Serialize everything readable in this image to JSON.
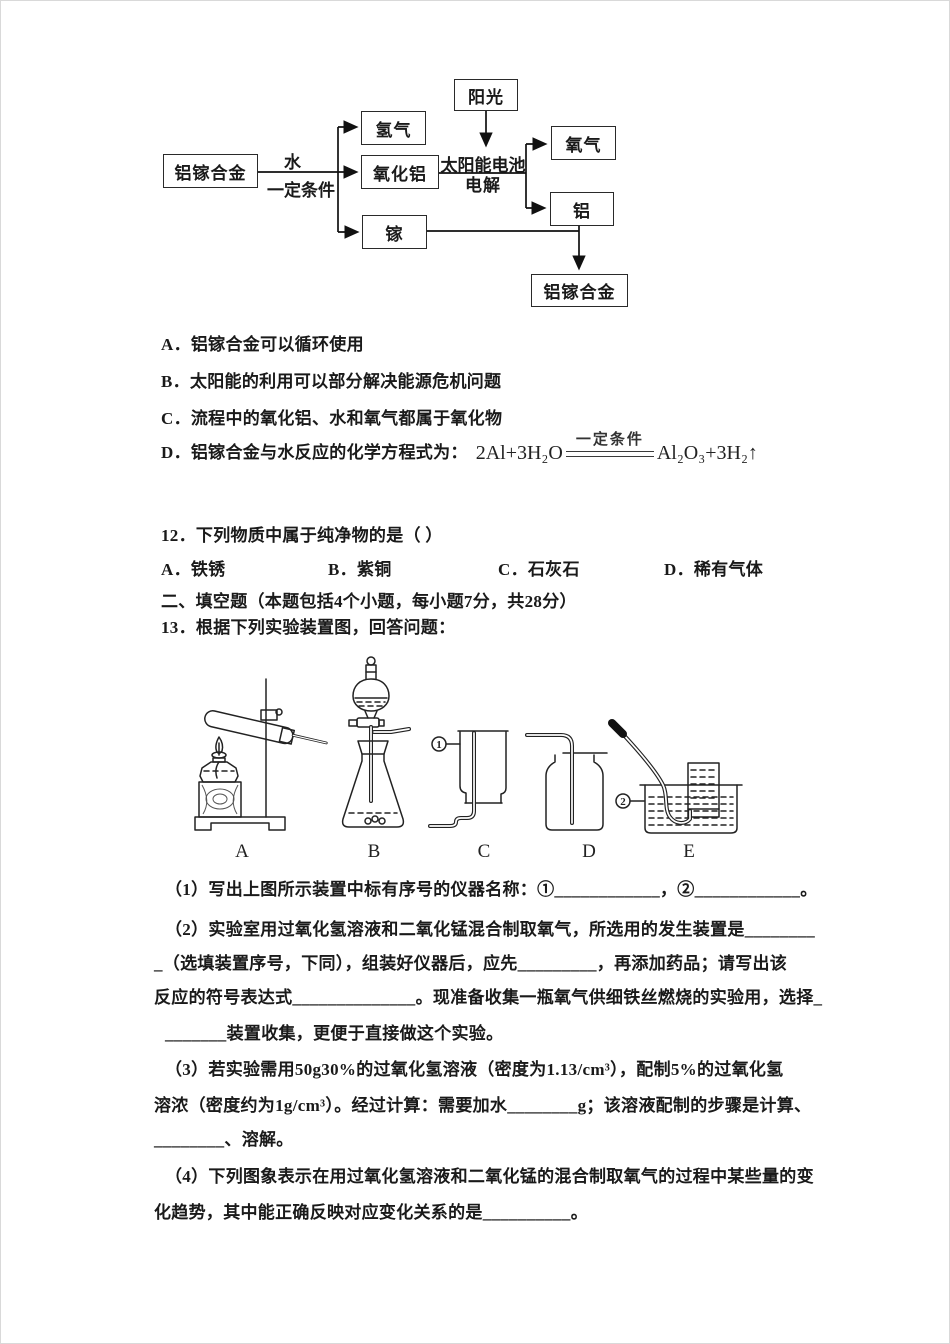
{
  "flowchart": {
    "box_alloy_left": "铝镓合金",
    "box_hydrogen": "氢气",
    "box_alumina": "氧化铝",
    "box_gallium": "镓",
    "box_sunlight": "阳光",
    "box_oxygen": "氧气",
    "box_aluminum": "铝",
    "box_alloy_bottom": "铝镓合金",
    "label_water": "水",
    "label_condition": "一定条件",
    "label_solar": "太阳能电池",
    "label_electrolysis": "电解"
  },
  "question11": {
    "option_a": "A．铝镓合金可以循环使用",
    "option_b": "B．太阳能的利用可以部分解决能源危机问题",
    "option_c": "C．流程中的氧化铝、水和氧气都属于氧化物",
    "option_d_prefix": "D．铝镓合金与水反应的化学方程式为：",
    "equation_lhs": "2Al+3H₂O",
    "equation_condition": "一定条件",
    "equation_rhs": "Al₂O₃+3H₂↑"
  },
  "question12": {
    "stem": "12．下列物质中属于纯净物的是（  ）",
    "options": [
      "A．铁锈",
      "B．紫铜",
      "C．石灰石",
      "D．稀有气体"
    ]
  },
  "section2_header": "二、填空题（本题包括4个小题，每小题7分，共28分）",
  "question13": {
    "stem": "13．根据下列实验装置图，回答问题：",
    "apparatus_labels": [
      "A",
      "B",
      "C",
      "D",
      "E"
    ],
    "callout_1": "1",
    "callout_2": "2",
    "lines": [
      "（1）写出上图所示装置中标有序号的仪器名称：①____________，②____________。",
      "（2）实验室用过氧化氢溶液和二氧化锰混合制取氧气，所选用的发生装置是________",
      "_（选填装置序号，下同），组装好仪器后，应先_________，再添加药品；请写出该",
      "反应的符号表达式______________。现准备收集一瓶氧气供细铁丝燃烧的实验用，选择_",
      "_______装置收集，更便于直接做这个实验。",
      "（3）若实验需用50g30%的过氧化氢溶液（密度为1.13/cm³），配制5%的过氧化氢",
      "溶浓（密度约为1g/cm³）。经过计算：需要加水________g；该溶液配制的步骤是计算、",
      "________、溶解。",
      "（4）下列图象表示在用过氧化氢溶液和二氧化锰的混合制取氧气的过程中某些量的变",
      "化趋势，其中能正确反映对应变化关系的是__________。"
    ]
  }
}
